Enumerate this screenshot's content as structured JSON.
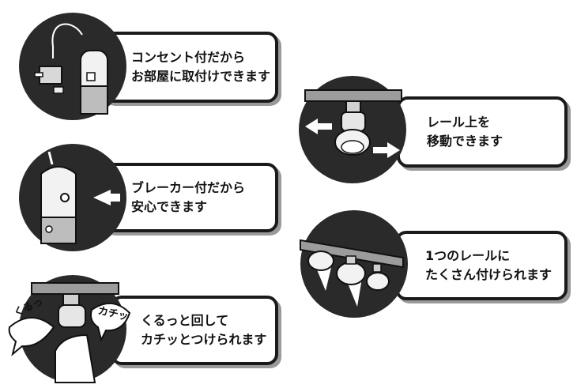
{
  "features": [
    {
      "id": "outlet",
      "lines": [
        "コンセント付だから",
        "お部屋に取付けできます"
      ]
    },
    {
      "id": "breaker",
      "lines": [
        "ブレーカー付だから",
        "安心できます"
      ]
    },
    {
      "id": "twist",
      "lines": [
        "くるっと回して",
        "カチッとつけられます"
      ]
    },
    {
      "id": "move",
      "lines": [
        "レール上を",
        "移動できます"
      ]
    },
    {
      "id": "multi",
      "lines": [
        "1つのレールに",
        "たくさん付けられます"
      ]
    }
  ],
  "callouts": {
    "twist_sound": "くるっ",
    "click_sound": "カチッ"
  },
  "colors": {
    "circle": "#2a2a2a",
    "ink": "#111111",
    "box_border": "#1a1a1a",
    "box_shadow": "#9a9a9a"
  }
}
